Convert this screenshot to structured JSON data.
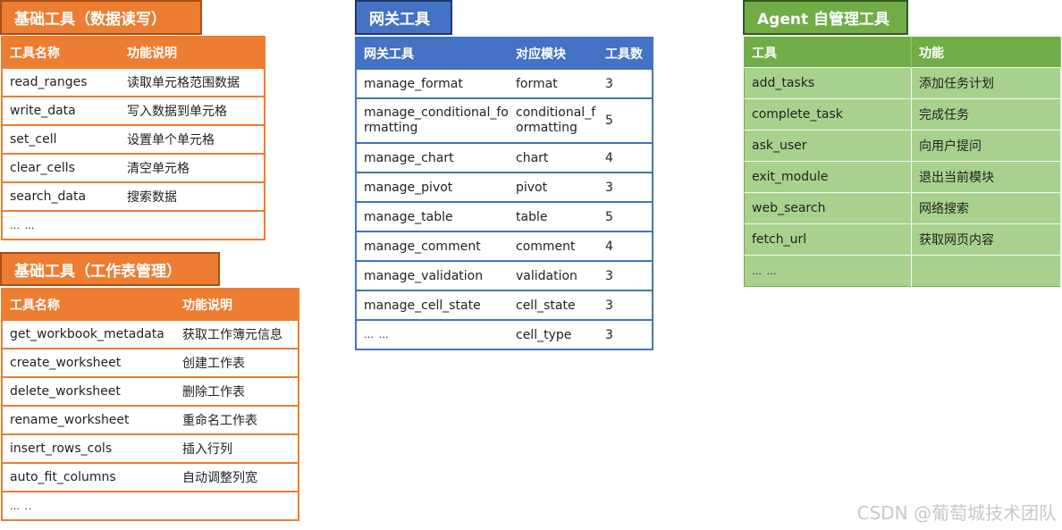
{
  "panel_basic_data": {
    "title": "基础工具（数据读写）",
    "headers": [
      "工具名称",
      "功能说明"
    ],
    "rows": [
      [
        "read_ranges",
        "读取单元格范围数据"
      ],
      [
        "write_data",
        "写入数据到单元格"
      ],
      [
        "set_cell",
        "设置单个单元格"
      ],
      [
        "clear_cells",
        "清空单元格"
      ],
      [
        "search_data",
        "搜索数据"
      ],
      [
        "… …",
        ""
      ]
    ]
  },
  "panel_basic_sheet": {
    "title": "基础工具（工作表管理）",
    "headers": [
      "工具名称",
      "功能说明"
    ],
    "rows": [
      [
        "get_workbook_metadata",
        "获取工作簿元信息"
      ],
      [
        "create_worksheet",
        "创建工作表"
      ],
      [
        "delete_worksheet",
        "删除工作表"
      ],
      [
        "rename_worksheet",
        "重命名工作表"
      ],
      [
        "insert_rows_cols",
        "插入行列"
      ],
      [
        "auto_fit_columns",
        "自动调整列宽"
      ],
      [
        "… ..",
        ""
      ]
    ]
  },
  "panel_gateway": {
    "title": "网关工具",
    "headers": [
      "网关工具",
      "对应模块",
      "工具数"
    ],
    "rows": [
      [
        "manage_format",
        "format",
        "3"
      ],
      [
        "manage_conditional_formatting",
        "conditional_formatting",
        "5"
      ],
      [
        "manage_chart",
        "chart",
        "4"
      ],
      [
        "manage_pivot",
        "pivot",
        "3"
      ],
      [
        "manage_table",
        "table",
        "5"
      ],
      [
        "manage_comment",
        "comment",
        "4"
      ],
      [
        "manage_validation",
        "validation",
        "3"
      ],
      [
        "manage_cell_state",
        "cell_state",
        "3"
      ],
      [
        "… …",
        "cell_type",
        "3"
      ]
    ]
  },
  "panel_agent": {
    "title": "Agent 自管理工具",
    "headers": [
      "工具",
      "功能"
    ],
    "rows": [
      [
        "add_tasks",
        "添加任务计划"
      ],
      [
        "complete_task",
        "完成任务"
      ],
      [
        "ask_user",
        "向用户提问"
      ],
      [
        "exit_module",
        "退出当前模块"
      ],
      [
        "web_search",
        "网络搜索"
      ],
      [
        "fetch_url",
        "获取网页内容"
      ],
      [
        "… …",
        ""
      ]
    ]
  },
  "watermark": "CSDN @葡萄城技术团队"
}
